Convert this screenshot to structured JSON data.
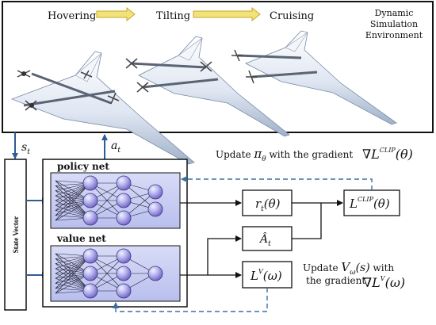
{
  "sim": {
    "phases": [
      "Hovering",
      "Tilting",
      "Cruising"
    ],
    "env_label_lines": [
      "Dynamic",
      "Simulation",
      "Environment"
    ]
  },
  "signals": {
    "state": "s",
    "state_sub": "t",
    "action": "a",
    "action_sub": "t"
  },
  "state_vector_label": "State Vector",
  "policy_net_label": "policy net",
  "value_net_label": "value net",
  "blocks": {
    "ratio": {
      "main": "r",
      "sub": "t",
      "arg": "(θ)"
    },
    "advantage": {
      "main": "Â",
      "sub": "t"
    },
    "clip_loss": {
      "main": "L",
      "sup": "CLIP",
      "arg": "(θ)"
    },
    "value_loss": {
      "main": "L",
      "sup": "V",
      "arg": "(ω)"
    }
  },
  "policy_update": {
    "prefix": "Update ",
    "param": "π",
    "param_sub": "θ",
    "suffix": " with the gradient",
    "gradient": "∇L",
    "gradient_sup": "CLIP",
    "gradient_arg": "(θ)"
  },
  "value_update": {
    "prefix": "Update ",
    "param": "V",
    "param_sub": "ω",
    "param_arg": "(s)",
    "suffix": " with",
    "line2": "the gradient",
    "gradient": "∇L",
    "gradient_sup": "V",
    "gradient_arg": "(ω)"
  },
  "colors": {
    "phase_arrow": "#f2e27a",
    "phase_arrow_stroke": "#c9a52a",
    "net_box": "#c9cdf2",
    "neuron_light": "#dfe6fb",
    "neuron_dark": "#7a6fd0",
    "dashed": "#3c6ea5",
    "signal_arrow": "#2e5c96"
  }
}
